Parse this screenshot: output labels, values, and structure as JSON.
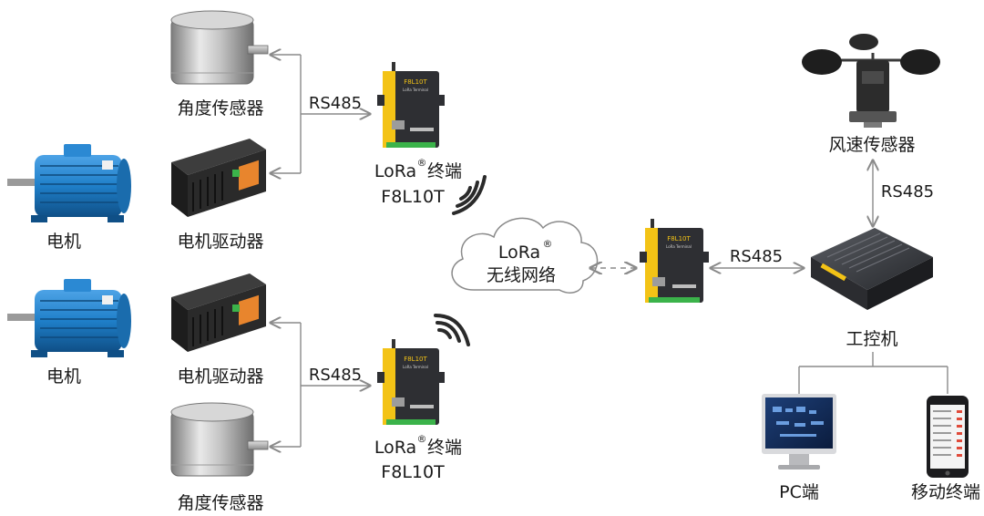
{
  "top_group": {
    "angle_sensor_label": "角度传感器",
    "bus_label": "RS485",
    "terminal_brand": "LoRa",
    "terminal_reg": "®",
    "terminal_word": "终端",
    "terminal_model": "F8L10T",
    "motor_label": "电机",
    "driver_label": "电机驱动器"
  },
  "bottom_group": {
    "angle_sensor_label": "角度传感器",
    "bus_label": "RS485",
    "terminal_brand": "LoRa",
    "terminal_reg": "®",
    "terminal_word": "终端",
    "terminal_model": "F8L10T",
    "motor_label": "电机",
    "driver_label": "电机驱动器"
  },
  "cloud": {
    "line1": "LoRa",
    "reg": "®",
    "line2": "无线网络"
  },
  "gateway": {
    "bus_label": "RS485"
  },
  "wind_sensor": {
    "label": "风速传感器",
    "bus_label": "RS485"
  },
  "ipc": {
    "label": "工控机"
  },
  "clients": {
    "pc_label": "PC端",
    "mobile_label": "移动终端"
  },
  "device_print": {
    "model": "F8L10T",
    "subtitle": "LoRa Terminal"
  },
  "colors": {
    "motor_blue": "#1f7fc9",
    "terminal_yellow": "#f3c316",
    "terminal_dark": "#2e2f33",
    "driver_orange": "#e8852d",
    "wire_gray": "#8a8a8a"
  }
}
